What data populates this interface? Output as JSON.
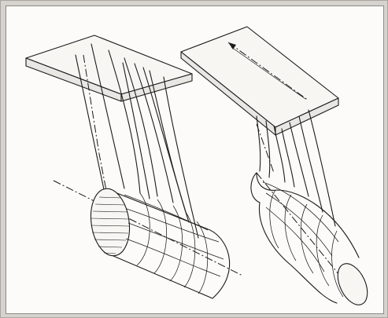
{
  "figure": {
    "description_visible_text": "",
    "colors": {
      "background_frame": "#d6d3ce",
      "panel": "#fcfbf9",
      "ink": "#1b1b1b"
    },
    "panels": [
      {
        "key": "left",
        "plate": "horizontal",
        "target": "cylinder-with-hatched-end"
      },
      {
        "key": "right",
        "plate": "tilted",
        "target": "curved-cylinder"
      }
    ]
  }
}
